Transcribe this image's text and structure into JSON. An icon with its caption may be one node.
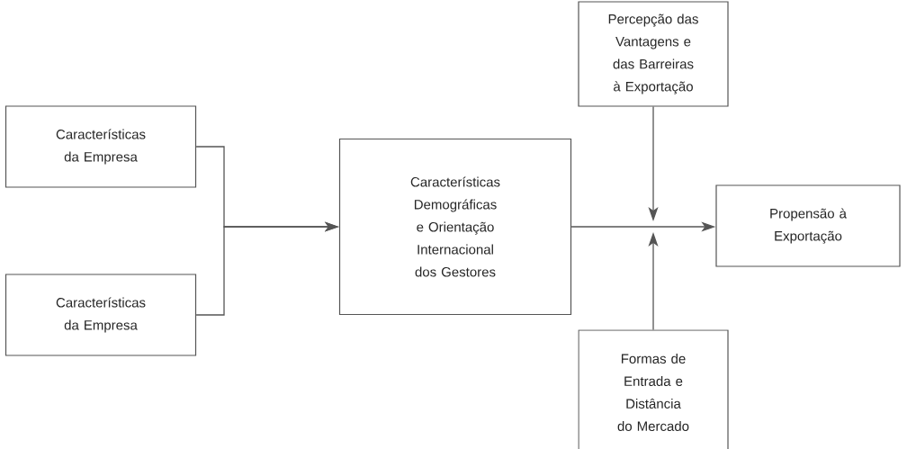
{
  "diagram": {
    "nodes": [
      {
        "text": [
          "Características da Empresa"
        ]
      },
      {
        "text": [
          "Características da Empresa"
        ]
      },
      {
        "text": [
          "Características Demográficas e Orientação Internacional dos Gestores"
        ]
      },
      {
        "text": [
          "Percepção das Vantagens e das Barreiras à Exportação"
        ]
      },
      {
        "text": [
          "Propensão à Exportação"
        ]
      },
      {
        "text": [
          "Formas de Entrada e Distância do Mercado"
        ]
      }
    ],
    "edges": [
      {
        "from": 0,
        "to": 2,
        "arrow": "to"
      },
      {
        "from": 1,
        "to": 2,
        "arrow": "to"
      },
      {
        "from": 2,
        "to": 4,
        "arrow": "to"
      },
      {
        "from": 3,
        "to": null,
        "arrow": "to"
      },
      {
        "from": 5,
        "to": null,
        "arrow": "to"
      }
    ]
  }
}
